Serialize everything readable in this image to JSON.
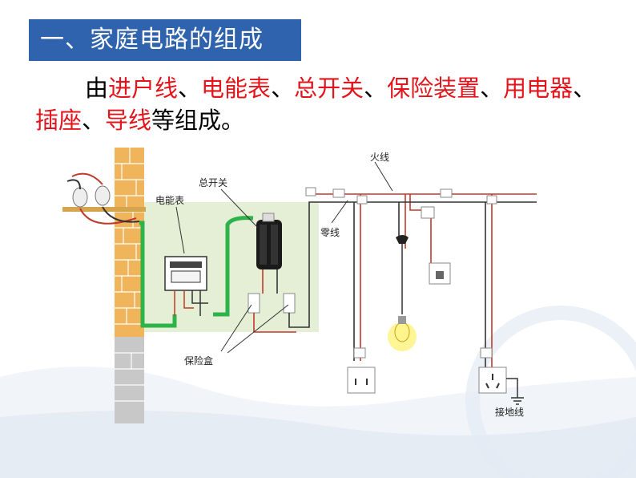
{
  "title": "一、家庭电路的组成",
  "paragraph": [
    {
      "text": "由",
      "red": false
    },
    {
      "text": "进户线",
      "red": true
    },
    {
      "text": "、",
      "red": false
    },
    {
      "text": "电能表",
      "red": true
    },
    {
      "text": "、",
      "red": false
    },
    {
      "text": "总开关",
      "red": true
    },
    {
      "text": "、",
      "red": false
    },
    {
      "text": "保险装置",
      "red": true
    },
    {
      "text": "、",
      "red": false
    },
    {
      "text": "用电器",
      "red": true
    },
    {
      "text": "、",
      "red": false
    },
    {
      "text": "插座",
      "red": true
    },
    {
      "text": "、",
      "red": false
    },
    {
      "text": "导线",
      "red": true
    },
    {
      "text": "等组成。",
      "red": false
    }
  ],
  "diagram": {
    "labels": {
      "meter": "电能表",
      "main_switch": "总开关",
      "live_wire": "火线",
      "neutral_wire": "零线",
      "fuse_box": "保险盒",
      "ground_wire": "接地线"
    }
  },
  "colors": {
    "title_bg": "#2f63ad",
    "highlight": "#e3141b",
    "wire_live": "#c0392b",
    "wire_ground": "#2db34a"
  }
}
